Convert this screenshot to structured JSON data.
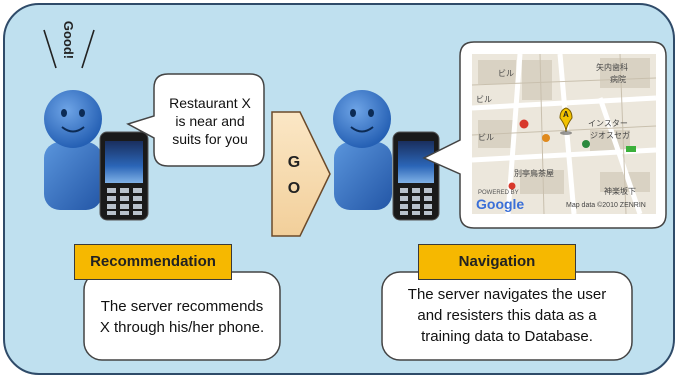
{
  "exclamation": "Good!",
  "speech_bubble": {
    "line1": "Restaurant X",
    "line2": "is near and",
    "line3": "suits for you"
  },
  "go_arrow": {
    "letter1": "G",
    "letter2": "O"
  },
  "recommendation": {
    "label": "Recommendation",
    "line1": "The server recommends",
    "line2": "X through his/her phone."
  },
  "navigation": {
    "label": "Navigation",
    "line1": "The server navigates the user",
    "line2": "and resisters this data as a",
    "line3": "training data to Database."
  },
  "map": {
    "text_ninsu": "ビル",
    "text_yaguchi": "矢内歯科",
    "text_hospital": "病院",
    "text_biru2": "ビル",
    "text_insta": "インスター",
    "text_jio": "ジオスセガ",
    "text_biru3": "ビル",
    "text_betsu": "別亭鳥茶屋",
    "text_bottom": "神楽坂下",
    "marker_letter": "A",
    "logo": "Google",
    "powered": "POWERED BY",
    "attribution": "Map data ©2010 ZENRIN"
  },
  "colors": {
    "panel_bg": "#bfe0ef",
    "panel_border": "#2f4b69",
    "label_bg": "#f6b800",
    "person_blue": "#2f6fbf"
  }
}
